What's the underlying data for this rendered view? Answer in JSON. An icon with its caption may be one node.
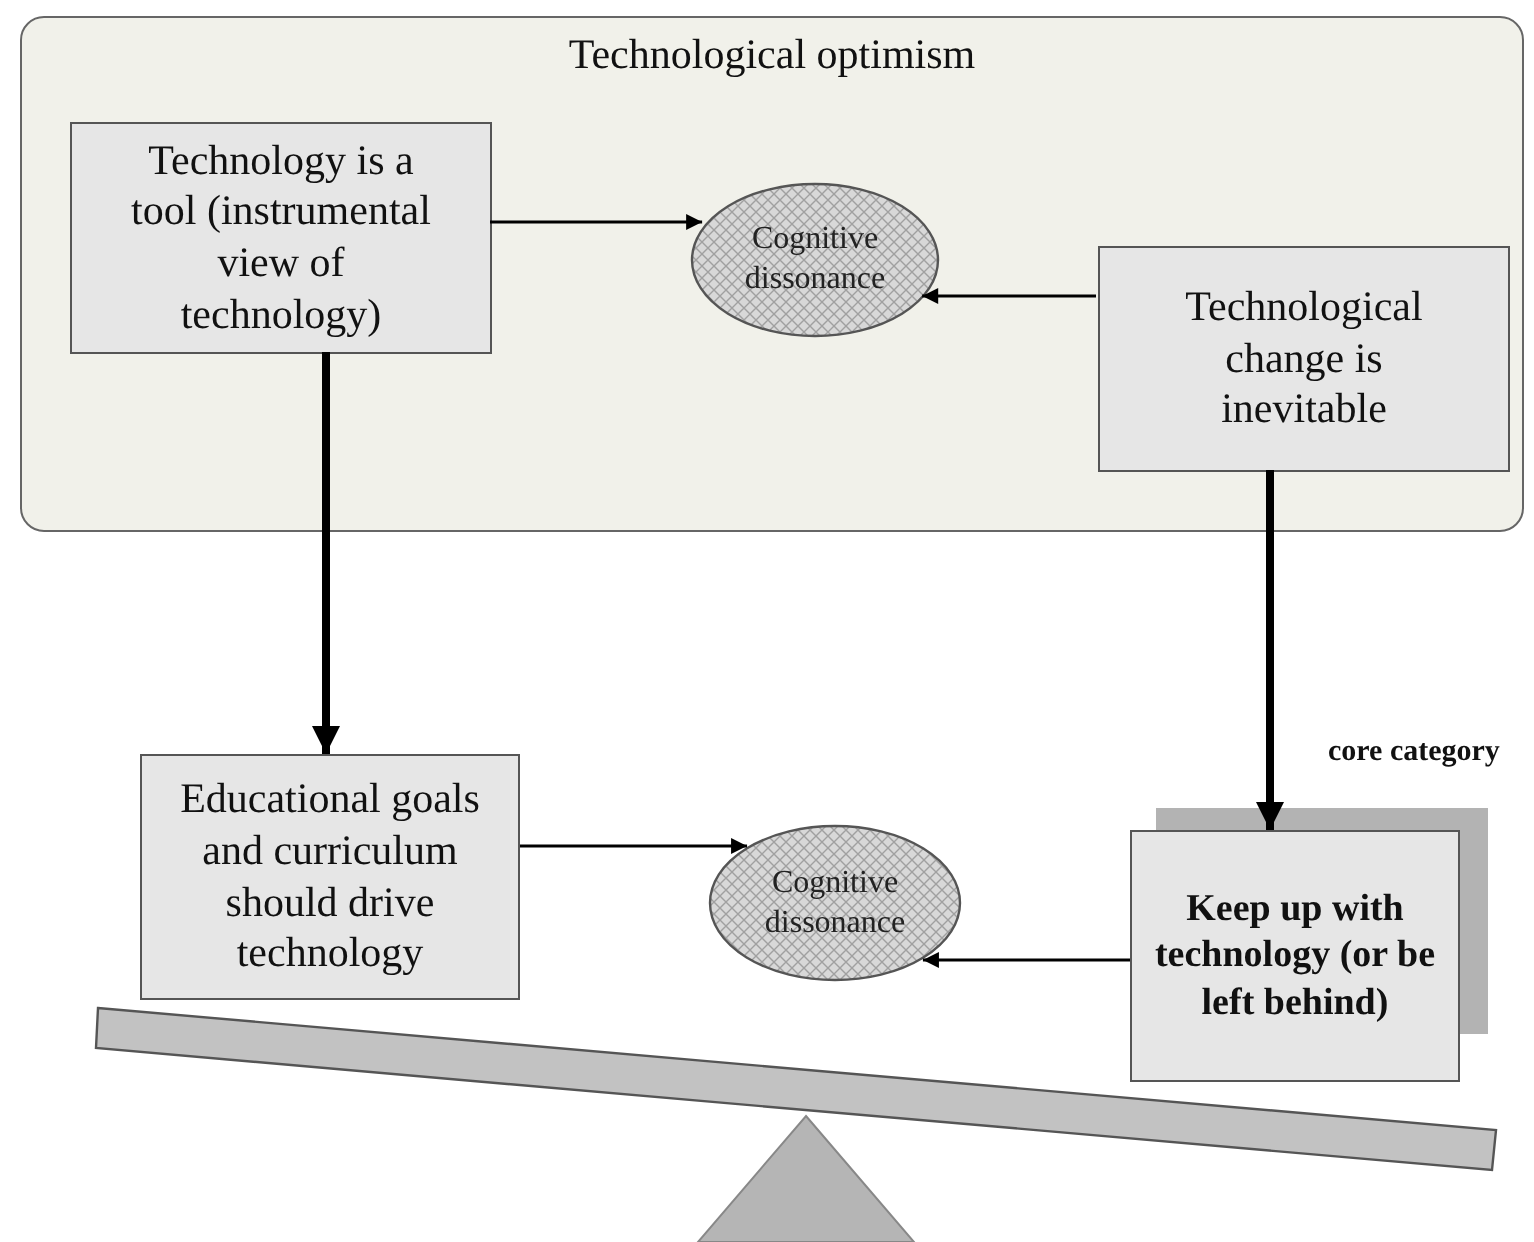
{
  "diagram": {
    "nodes": [
      {
        "text": [
          "Technological optimism"
        ]
      },
      {
        "text": [
          "Technology is a tool (instrumental view of technology)"
        ],
        "in": 0
      },
      {
        "text": [
          "Cognitive dissonance"
        ],
        "in": 0
      },
      {
        "text": [
          "Technological change is inevitable"
        ],
        "in": 0
      },
      {
        "text": [
          "Educational goals and curriculum should drive technology"
        ]
      },
      {
        "text": [
          "Cognitive dissonance"
        ]
      },
      {
        "text": [
          "Keep up with technology (or be left behind)"
        ],
        "beside": [
          "core category"
        ]
      }
    ],
    "edges": [
      {
        "from": 1,
        "to": 2,
        "arrow": "to"
      },
      {
        "from": 3,
        "to": 2,
        "arrow": "to"
      },
      {
        "from": 1,
        "to": 4,
        "arrow": "to",
        "style": "thick"
      },
      {
        "from": 3,
        "to": 6,
        "arrow": "to",
        "style": "thick"
      },
      {
        "from": 4,
        "to": 5,
        "arrow": "to"
      },
      {
        "from": 6,
        "to": 5,
        "arrow": "to"
      }
    ]
  }
}
